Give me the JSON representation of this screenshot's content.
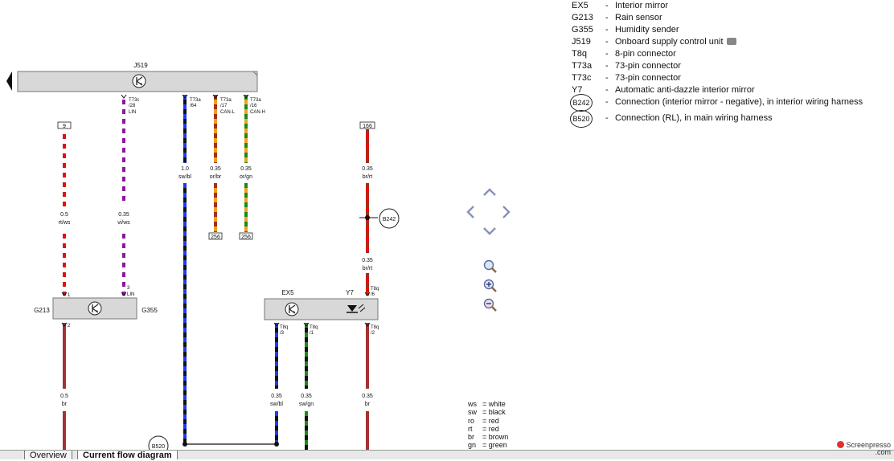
{
  "legend": [
    {
      "code": "EX5",
      "desc": "Interior mirror"
    },
    {
      "code": "G213",
      "desc": "Rain sensor"
    },
    {
      "code": "G355",
      "desc": "Humidity sender"
    },
    {
      "code": "J519",
      "desc": "Onboard supply control unit"
    },
    {
      "code": "T8q",
      "desc": "8-pin connector"
    },
    {
      "code": "T73a",
      "desc": "73-pin connector"
    },
    {
      "code": "T73c",
      "desc": "73-pin connector"
    },
    {
      "code": "Y7",
      "desc": "Automatic anti-dazzle interior mirror"
    },
    {
      "code": "B242",
      "desc": "Connection (interior mirror - negative), in interior wiring harness"
    },
    {
      "code": "B520",
      "desc": "Connection (RL), in main wiring harness"
    }
  ],
  "abbreviations": [
    {
      "k": "ws",
      "v": "white"
    },
    {
      "k": "sw",
      "v": "black"
    },
    {
      "k": "ro",
      "v": "red"
    },
    {
      "k": "rt",
      "v": "red"
    },
    {
      "k": "br",
      "v": "brown"
    },
    {
      "k": "gn",
      "v": "green"
    }
  ],
  "diagram": {
    "j519_label": "J519",
    "g213_label": "G213",
    "g355_label": "G355",
    "ex5_label": "EX5",
    "y7_label": "Y7",
    "b242_label": "B242",
    "b520_label": "B520",
    "fuse_boxes": [
      "9",
      "166"
    ],
    "ref_boxes": [
      "256",
      "256"
    ],
    "pins": {
      "lin_top": [
        "T73c",
        "/28",
        "LIN"
      ],
      "t73a_64": [
        "T73a",
        "/64"
      ],
      "t73a_17": [
        "T73a",
        "/17",
        "CAN-L"
      ],
      "t73a_16": [
        "T73a",
        "/16",
        "CAN-H"
      ],
      "g_pin1": "1",
      "g_pin3": "3",
      "g_lin": "LIN",
      "g_pin2": "2",
      "y7_pin_top": [
        "T8q",
        "/6"
      ],
      "ex5_pin3": [
        "T8q",
        "/3"
      ],
      "ex5_pin1": [
        "T8q",
        "/1"
      ],
      "y7_pin2": [
        "T8q",
        "/2"
      ]
    },
    "wire_labels": {
      "w1_upper": [
        "0.5",
        "rt/ws"
      ],
      "w2_upper": [
        "0.35",
        "vi/ws"
      ],
      "w3_mid": [
        "1.0",
        "sw/bl"
      ],
      "w4_mid": [
        "0.35",
        "or/br"
      ],
      "w5_mid": [
        "0.35",
        "or/gn"
      ],
      "w6_upper": [
        "0.35",
        "br/rt"
      ],
      "w6_mid": [
        "0.35",
        "br/rt"
      ],
      "w7_low": [
        "0.5",
        "br"
      ],
      "w8_low": [
        "0.35",
        "sw/bl"
      ],
      "w9_low": [
        "0.35",
        "sw/gn"
      ],
      "w10_low": [
        "0.35",
        "br"
      ]
    }
  },
  "tabs": {
    "overview": "Overview",
    "current": "Current flow diagram"
  },
  "watermark": {
    "line1": "Screenpresso",
    "line2": ".com"
  }
}
